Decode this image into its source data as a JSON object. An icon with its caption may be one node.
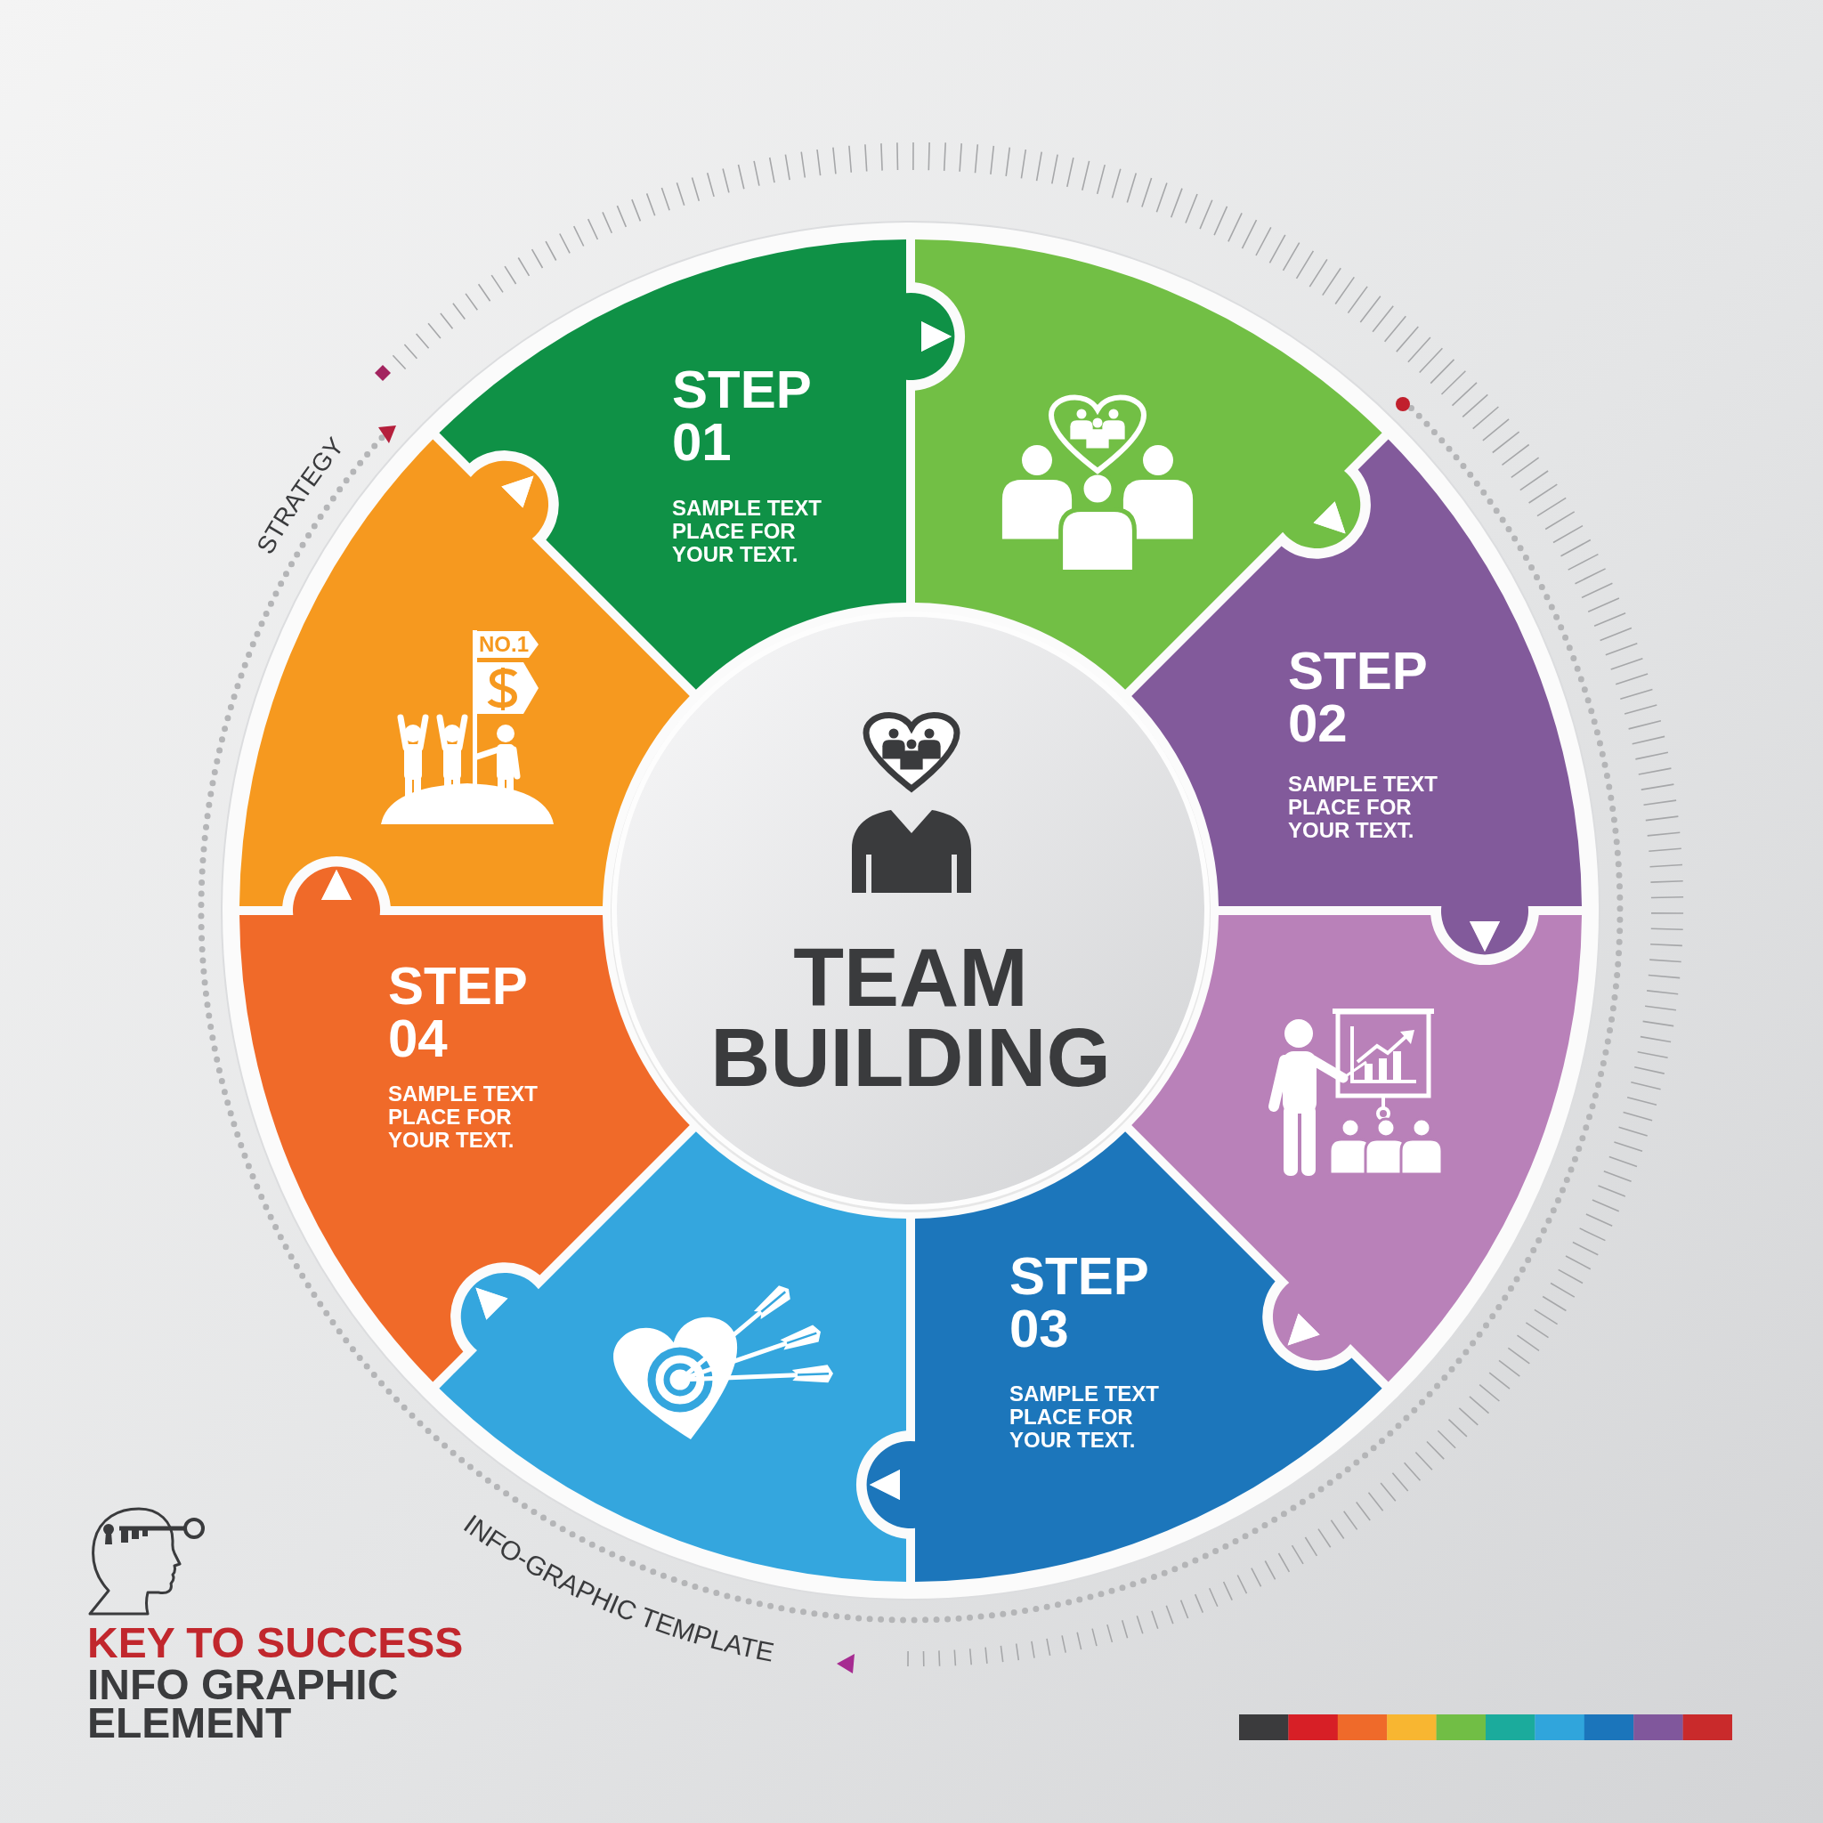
{
  "diagram": {
    "nodes": [
      {
        "text": [
          "STEP 01",
          "SAMPLE TEXT PLACE FOR YOUR TEXT."
        ]
      },
      {
        "text": [],
        "shape": "picture"
      },
      {
        "text": [
          "STEP 02",
          "SAMPLE TEXT PLACE FOR YOUR TEXT."
        ]
      },
      {
        "text": [],
        "shape": "picture"
      },
      {
        "text": [
          "STEP 03",
          "SAMPLE TEXT PLACE FOR YOUR TEXT."
        ]
      },
      {
        "text": [],
        "shape": "picture"
      },
      {
        "text": [
          "STEP 04",
          "SAMPLE TEXT PLACE FOR YOUR TEXT."
        ]
      },
      {
        "text": [],
        "shape": "picture"
      },
      {
        "text": [
          "TEAM BUILDING"
        ]
      }
    ],
    "edges": [
      {
        "from": 0,
        "to": 1,
        "arrow": "to"
      },
      {
        "from": 1,
        "to": 2,
        "arrow": "to"
      },
      {
        "from": 2,
        "to": 3,
        "arrow": "to"
      },
      {
        "from": 3,
        "to": 4,
        "arrow": "to"
      },
      {
        "from": 4,
        "to": 5,
        "arrow": "to"
      },
      {
        "from": 5,
        "to": 6,
        "arrow": "to"
      },
      {
        "from": 6,
        "to": 7,
        "arrow": "to"
      },
      {
        "from": 7,
        "to": 0,
        "arrow": "to"
      }
    ],
    "labels": [
      "STRATEGY",
      "NO.1",
      "INFO-GRAPHIC TEMPLATE",
      "KEY TO SUCCESS",
      "INFO GRAPHIC ELEMENT"
    ]
  }
}
